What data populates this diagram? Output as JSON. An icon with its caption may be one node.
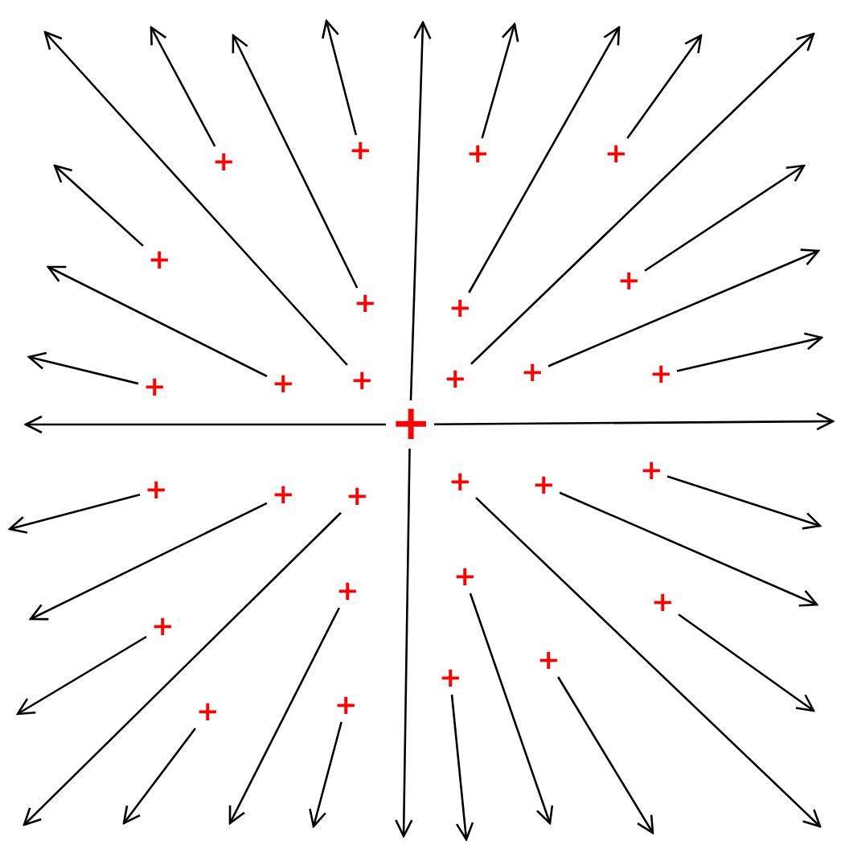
{
  "diagram": {
    "nodes": [
      {
        "text": [
          "+"
        ]
      },
      {
        "text": [
          "+"
        ]
      },
      {
        "text": [
          "+"
        ]
      },
      {
        "text": [
          "+"
        ]
      },
      {
        "text": [
          "+"
        ]
      },
      {
        "text": [
          "+"
        ]
      },
      {
        "text": [
          "+"
        ]
      },
      {
        "text": [
          "+"
        ]
      },
      {
        "text": [
          "+"
        ]
      },
      {
        "text": [
          "+"
        ]
      },
      {
        "text": [
          "+"
        ]
      },
      {
        "text": [
          "+"
        ]
      },
      {
        "text": [
          "+"
        ]
      },
      {
        "text": [
          "+"
        ]
      },
      {
        "text": [
          "+"
        ]
      },
      {
        "text": [
          "+"
        ]
      },
      {
        "text": [
          "+"
        ]
      },
      {
        "text": [
          "+"
        ]
      },
      {
        "text": [
          "+"
        ]
      },
      {
        "text": [
          "+"
        ]
      },
      {
        "text": [
          "+"
        ]
      },
      {
        "text": [
          "+"
        ]
      },
      {
        "text": [
          "+"
        ]
      },
      {
        "text": [
          "+"
        ]
      },
      {
        "text": [
          "+"
        ]
      },
      {
        "text": [
          "+"
        ]
      },
      {
        "text": [
          "+"
        ]
      },
      {
        "text": [
          "+"
        ]
      },
      {
        "text": [
          "+"
        ]
      }
    ],
    "edges": [
      {
        "from": 0,
        "to": null,
        "arrow": "to"
      },
      {
        "from": 1,
        "to": null,
        "arrow": "to"
      },
      {
        "from": 2,
        "to": null,
        "arrow": "to"
      },
      {
        "from": 3,
        "to": null,
        "arrow": "to"
      },
      {
        "from": 4,
        "to": null,
        "arrow": "to"
      },
      {
        "from": 5,
        "to": null,
        "arrow": "to"
      },
      {
        "from": 6,
        "to": null,
        "arrow": "to"
      },
      {
        "from": 7,
        "to": null,
        "arrow": "to"
      },
      {
        "from": 8,
        "to": null,
        "arrow": "to"
      },
      {
        "from": 9,
        "to": null,
        "arrow": "to"
      },
      {
        "from": 10,
        "to": null,
        "arrow": "to"
      },
      {
        "from": 11,
        "to": null,
        "arrow": "to"
      },
      {
        "from": 12,
        "to": null,
        "arrow": "to"
      },
      {
        "from": 13,
        "to": null,
        "arrow": "to"
      },
      {
        "from": 14,
        "to": null,
        "arrow": "to"
      },
      {
        "from": 14,
        "to": null,
        "arrow": "to"
      },
      {
        "from": 14,
        "to": null,
        "arrow": "to"
      },
      {
        "from": 14,
        "to": null,
        "arrow": "to"
      },
      {
        "from": 15,
        "to": null,
        "arrow": "to"
      },
      {
        "from": 16,
        "to": null,
        "arrow": "to"
      },
      {
        "from": 17,
        "to": null,
        "arrow": "to"
      },
      {
        "from": 18,
        "to": null,
        "arrow": "to"
      },
      {
        "from": 19,
        "to": null,
        "arrow": "to"
      },
      {
        "from": 20,
        "to": null,
        "arrow": "to"
      },
      {
        "from": 21,
        "to": null,
        "arrow": "to"
      },
      {
        "from": 22,
        "to": null,
        "arrow": "to"
      },
      {
        "from": 23,
        "to": null,
        "arrow": "to"
      },
      {
        "from": 24,
        "to": null,
        "arrow": "to"
      },
      {
        "from": 25,
        "to": null,
        "arrow": "to"
      },
      {
        "from": 26,
        "to": null,
        "arrow": "to"
      },
      {
        "from": 27,
        "to": null,
        "arrow": "to"
      },
      {
        "from": 28,
        "to": null,
        "arrow": "to"
      }
    ]
  }
}
